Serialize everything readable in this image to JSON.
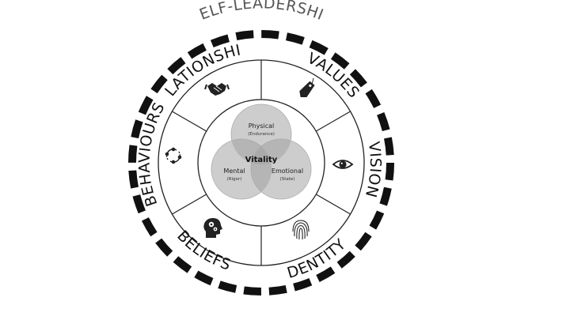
{
  "diagram": {
    "title": "SELF-LEADERSHIP",
    "ring_labels": {
      "relationships": "RELATIONSHIPS",
      "values": "VALUES",
      "vision": "VISION",
      "identity": "IDENTITY",
      "beliefs": "BELIEFS",
      "behaviours": "BEHAVIOURS"
    },
    "center": {
      "label": "Vitality",
      "circles": {
        "physical": {
          "label": "Physical",
          "sub": "(Endurance)"
        },
        "mental": {
          "label": "Mental",
          "sub": "(Rigor)"
        },
        "emotional": {
          "label": "Emotional",
          "sub": "(State)"
        }
      }
    },
    "icons": {
      "relationships": "handshake-icon",
      "values": "price-tag-icon",
      "vision": "eye-icon",
      "identity": "fingerprint-icon",
      "beliefs": "head-gears-icon",
      "behaviours": "cycle-arrows-icon"
    },
    "colors": {
      "outline": "#222222",
      "venn_fill": "#bdbdbd",
      "title": "#555555"
    }
  }
}
